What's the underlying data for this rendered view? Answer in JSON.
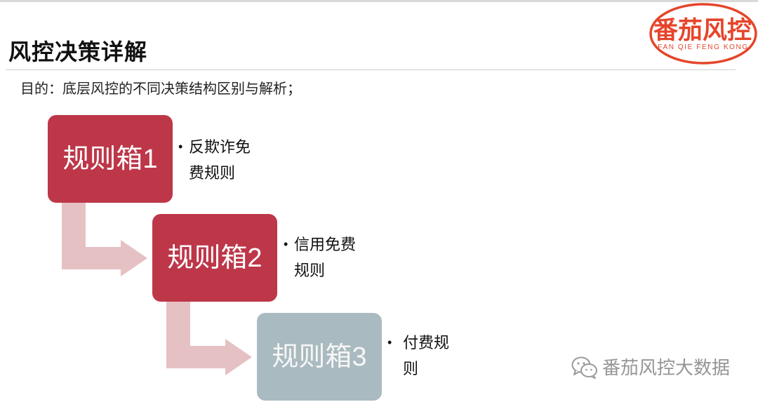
{
  "slide": {
    "title": "风控决策详解",
    "purpose": "目的：底层风控的不同决策结构区别与解析；"
  },
  "logo": {
    "name": "番茄风控",
    "pinyin": "FAN QIE FENG KONG",
    "color": "#e5452b"
  },
  "bullet_symbol": "•",
  "rule_boxes": [
    {
      "label": "规则箱1",
      "note": "反欺诈免费规则",
      "color": "#bd3749"
    },
    {
      "label": "规则箱2",
      "note": "信用免费规则",
      "color": "#bd3749"
    },
    {
      "label": "规则箱3",
      "note": "付费规则",
      "color": "#a9bac0"
    }
  ],
  "arrow_color": "#e5c1c4",
  "watermark": {
    "icon": "wechat-icon",
    "text": "番茄风控大数据"
  }
}
